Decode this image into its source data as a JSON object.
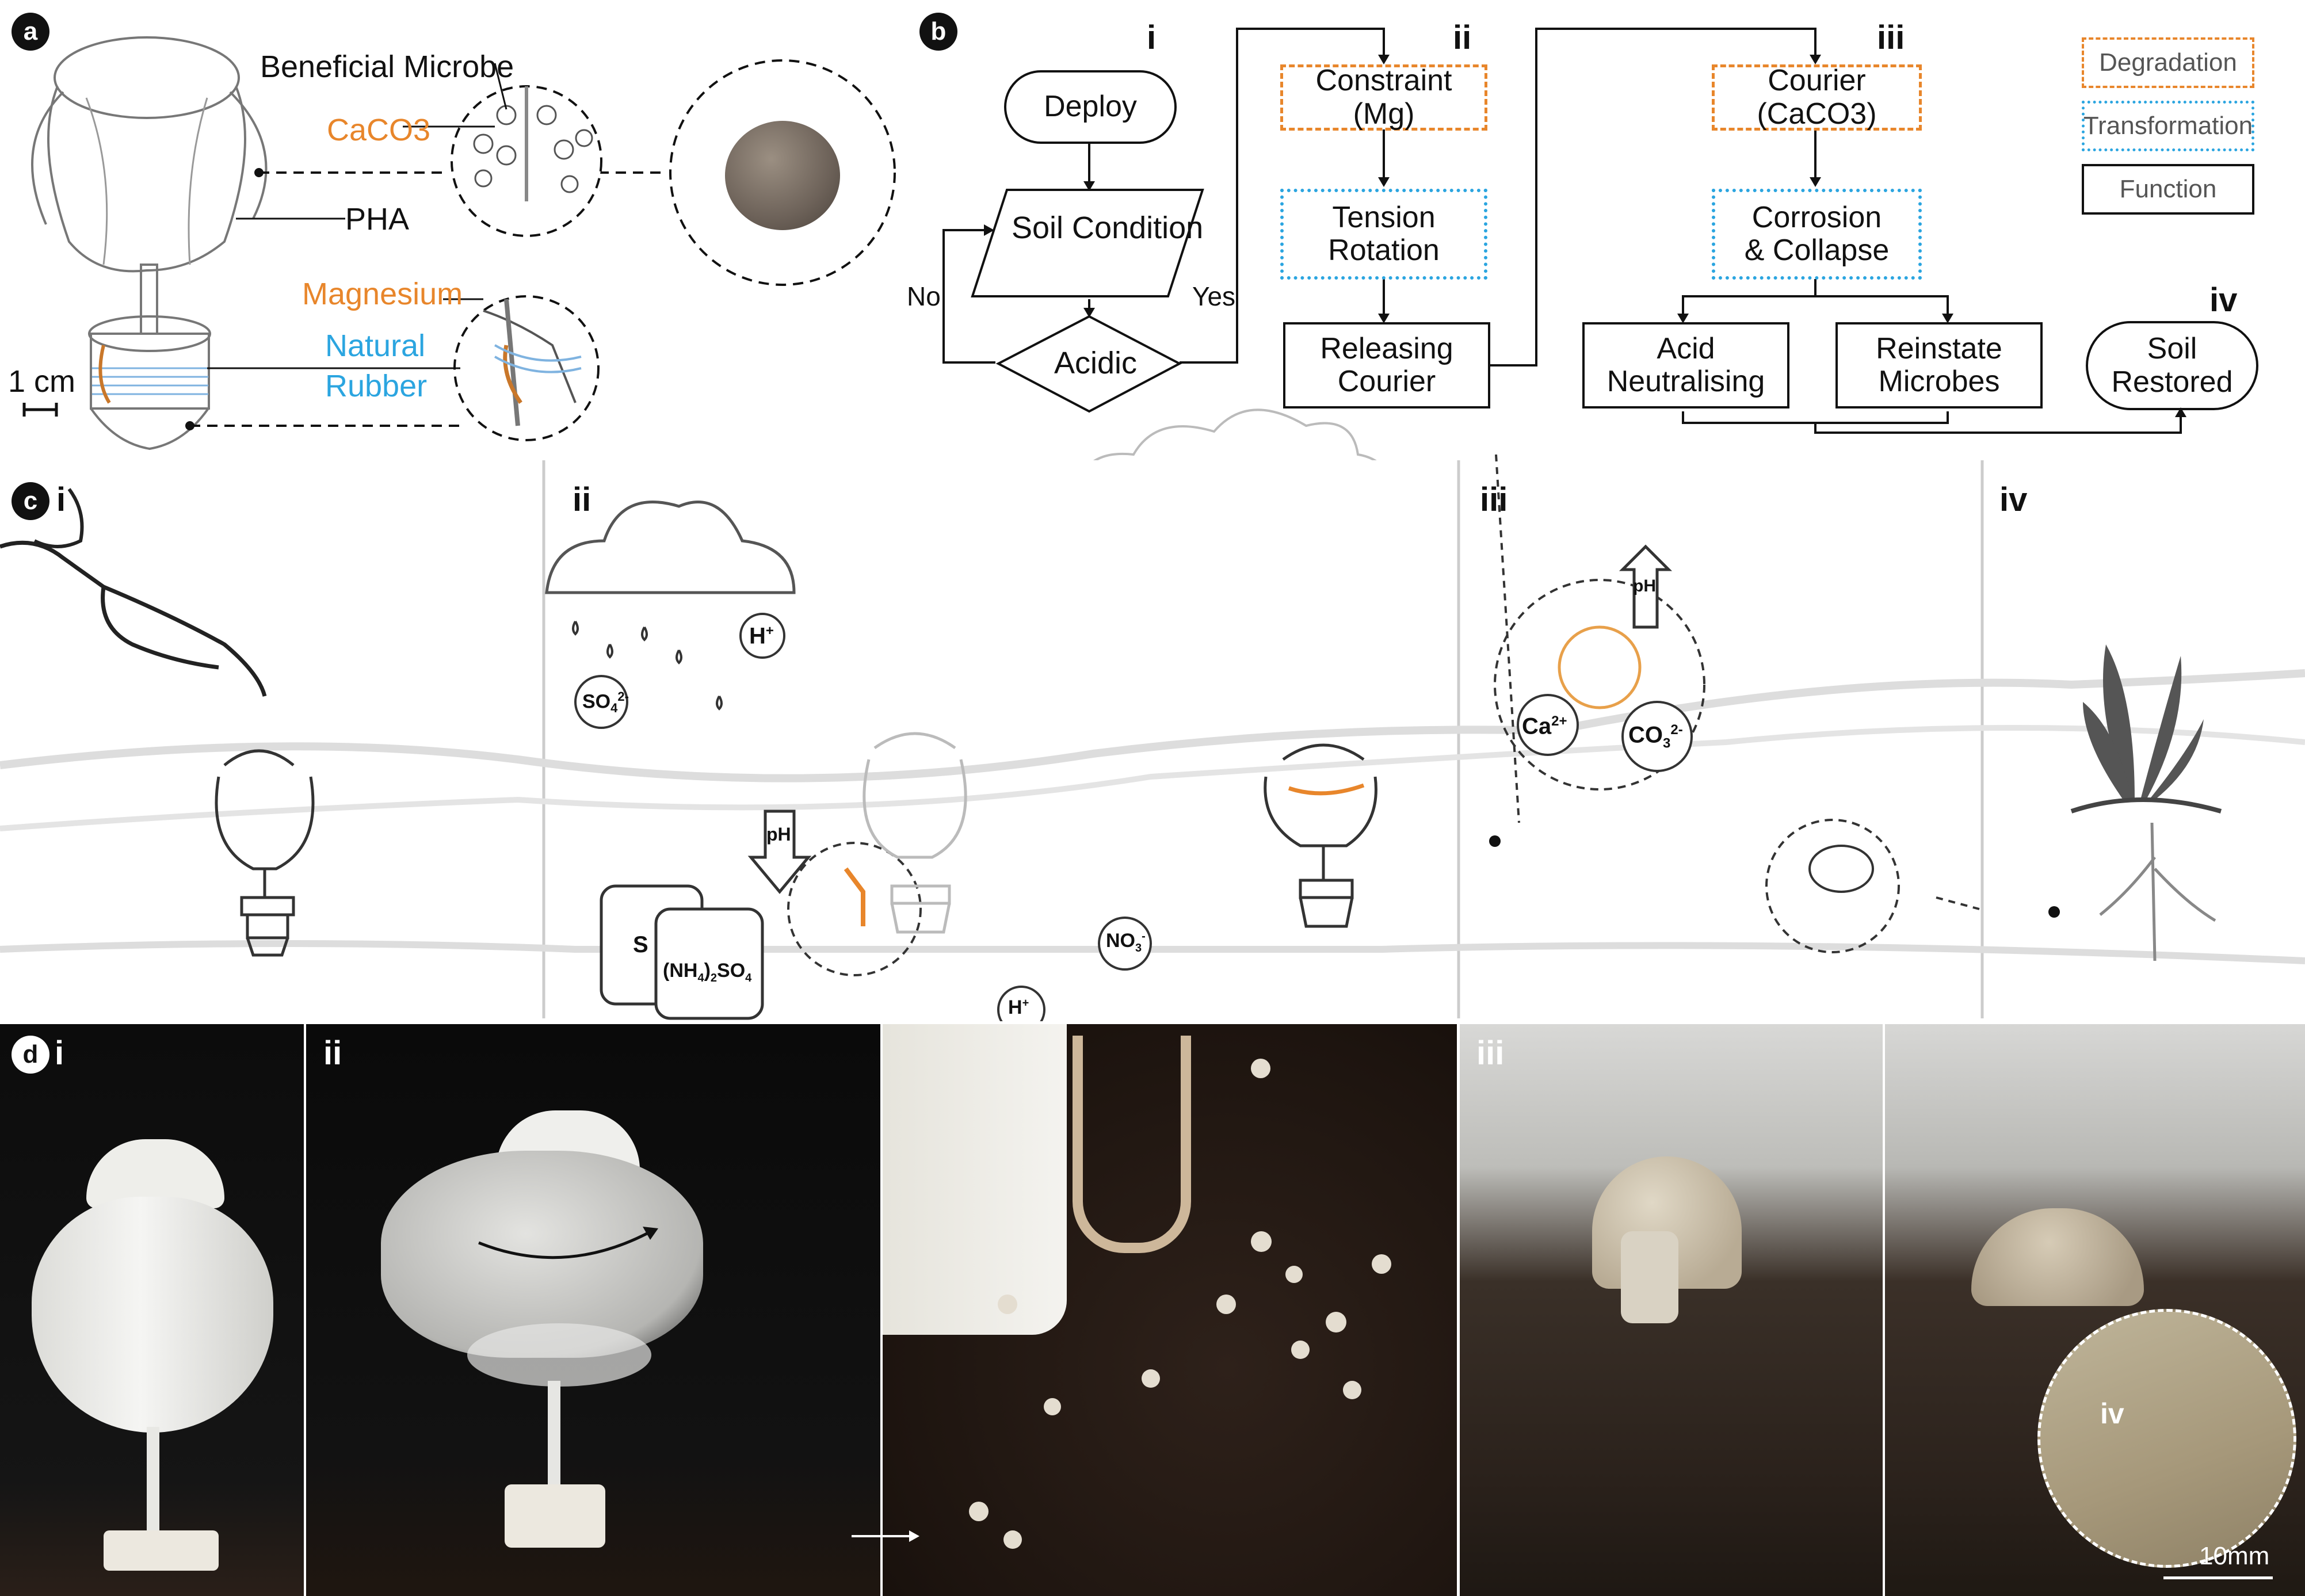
{
  "panel_a": {
    "badge": "a",
    "labels": {
      "microbe": "Beneficial Microbe",
      "caco3": "CaCO3",
      "pha": "PHA",
      "magnesium": "Magnesium",
      "natural": "Natural",
      "rubber": "Rubber",
      "scale": "1 cm"
    }
  },
  "panel_b": {
    "badge": "b",
    "stages": [
      "i",
      "ii",
      "iii",
      "iv"
    ],
    "nodes": {
      "deploy": "Deploy",
      "soil": "Soil Condition",
      "acidic": "Acidic",
      "no": "No",
      "yes": "Yes",
      "constraint": "Constraint (Mg)",
      "tension1": "Tension",
      "tension2": "Rotation",
      "releasing1": "Releasing",
      "releasing2": "Courier",
      "courier": "Courier (CaCO3)",
      "corrosion1": "Corrosion",
      "corrosion2": "& Collapse",
      "acid1": "Acid",
      "acid2": "Neutralising",
      "reinstate1": "Reinstate",
      "reinstate2": "Microbes",
      "soil_restored1": "Soil",
      "soil_restored2": "Restored"
    },
    "legend": {
      "degradation": "Degradation",
      "transformation": "Transformation",
      "function": "Function"
    }
  },
  "panel_c": {
    "badge": "c",
    "stages": [
      "i",
      "ii",
      "iii",
      "iv"
    ],
    "labels": {
      "h_plus": "H",
      "h_plus_sup": "+",
      "so4": "SO",
      "so4_sub": "4",
      "so4_sup": "2-",
      "ph": "pH",
      "s": "S",
      "nh4": "(NH",
      "nh4_sub": "4",
      "nh4_rest": ")",
      "nh4_sub2": "2",
      "nh4_so": "SO",
      "nh4_sub3": "4",
      "no3": "NO",
      "no3_sub": "3",
      "no3_sup": "-",
      "ca": "Ca",
      "ca_sup": "2+",
      "co3": "CO",
      "co3_sub": "3",
      "co3_sup": "2-"
    }
  },
  "panel_d": {
    "badge": "d",
    "stages": [
      "i",
      "ii",
      "iii",
      "iv"
    ],
    "scale": "10mm"
  },
  "colors": {
    "degradation": "#e8862b",
    "transformation": "#2ba5e0",
    "function": "#111111"
  }
}
